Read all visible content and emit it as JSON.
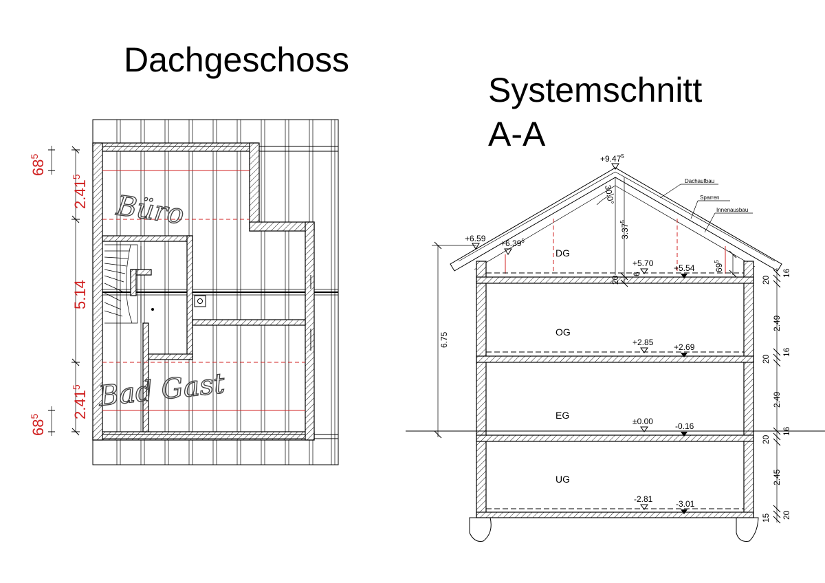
{
  "titles": {
    "floor_plan": "Dachgeschoss",
    "section_line1": "Systemschnitt",
    "section_line2": "A-A"
  },
  "floor_plan": {
    "room_labels": {
      "office": "Büro",
      "bath_guest": "Bad Gast"
    },
    "dimensions": {
      "top_small": "68",
      "top_small_sup": "5",
      "upper_span": "2.41",
      "upper_span_sup": "5",
      "middle_span": "5.14",
      "lower_span": "2.41",
      "lower_span_sup": "5",
      "bottom_small": "68",
      "bottom_small_sup": "5"
    }
  },
  "section": {
    "roof_layers": {
      "roof_build_up": "Dachaufbau",
      "rafters": "Sparren",
      "interior_finish": "Innenausbau"
    },
    "roof_pitch": "30.0°",
    "levels": {
      "ridge": "+9.47",
      "ridge_sup": "5",
      "eaves": "+6.59",
      "eaves_inner": "+6.39",
      "eaves_inner_sup": "5",
      "dg_finished": "+5.70",
      "dg_raw": "+5.54",
      "og_finished": "+2.85",
      "og_raw": "+2.69",
      "eg_finished": "±0.00",
      "eg_raw": "-0.16",
      "ug_finished": "-2.81",
      "ug_raw": "-3.01"
    },
    "floors": [
      "DG",
      "OG",
      "EG",
      "UG"
    ],
    "dims_left": {
      "total_height": "6.75"
    },
    "dims_inner": {
      "dg_ridge_height": "3.37",
      "dg_ridge_height_sup": "5",
      "knee_wall": "69",
      "knee_wall_sup": "5",
      "slab_6": "6",
      "slab_20": "20"
    },
    "dims_right": [
      "16",
      "20",
      "2.49",
      "16",
      "20",
      "2.49",
      "16",
      "20",
      "2.45",
      "20",
      "15"
    ]
  }
}
